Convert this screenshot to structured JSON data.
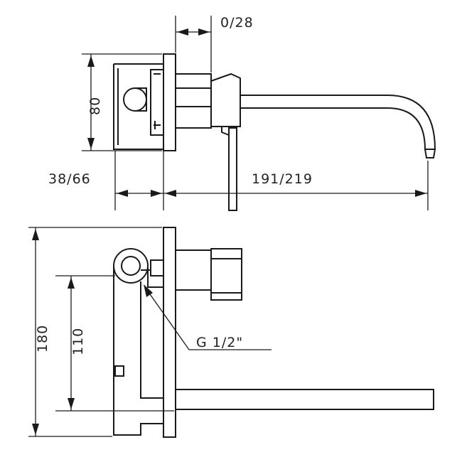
{
  "dimensions": {
    "outlet_offset": "0/28",
    "height_body": "80",
    "wall_depth": "38/66",
    "spout_reach": "191/219",
    "total_height": "180",
    "connection_height": "110",
    "thread": "G 1/2\""
  },
  "colors": {
    "line": "#1a1a1a",
    "text": "#222222",
    "background": "#ffffff"
  }
}
